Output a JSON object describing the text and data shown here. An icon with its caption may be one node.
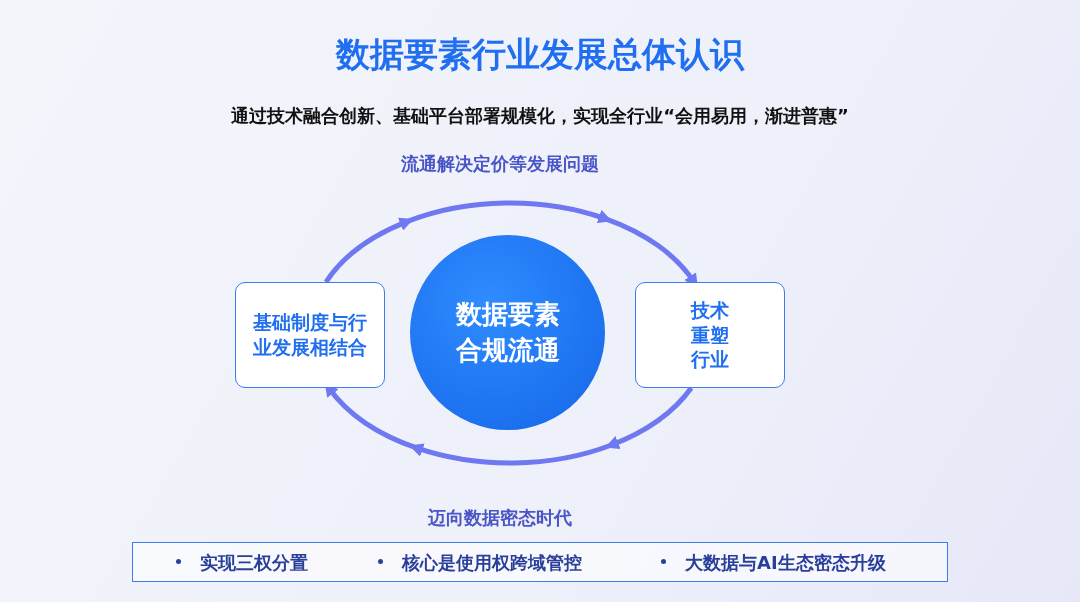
{
  "diagram": {
    "title": "数据要素行业发展总体认识",
    "nodes": [
      {
        "text": [
          "数据要素合规流通"
        ]
      },
      {
        "text": [
          "基础制度与行业发展相结合"
        ]
      },
      {
        "text": [
          "技术重塑行业"
        ]
      }
    ],
    "edges": [
      {
        "from": 1,
        "to": 2,
        "arrow": "to",
        "label": "流通解决定价等发展问题"
      },
      {
        "from": 2,
        "to": 1,
        "arrow": "to",
        "label": "迈向数据密态时代"
      }
    ],
    "labels": [
      "通过技术融合创新、基础平台部署规模化，实现全行业“会用易用，渐进普惠”",
      "实现三权分置",
      "核心是使用权跨域管控",
      "大数据与AI生态密态升级"
    ]
  }
}
